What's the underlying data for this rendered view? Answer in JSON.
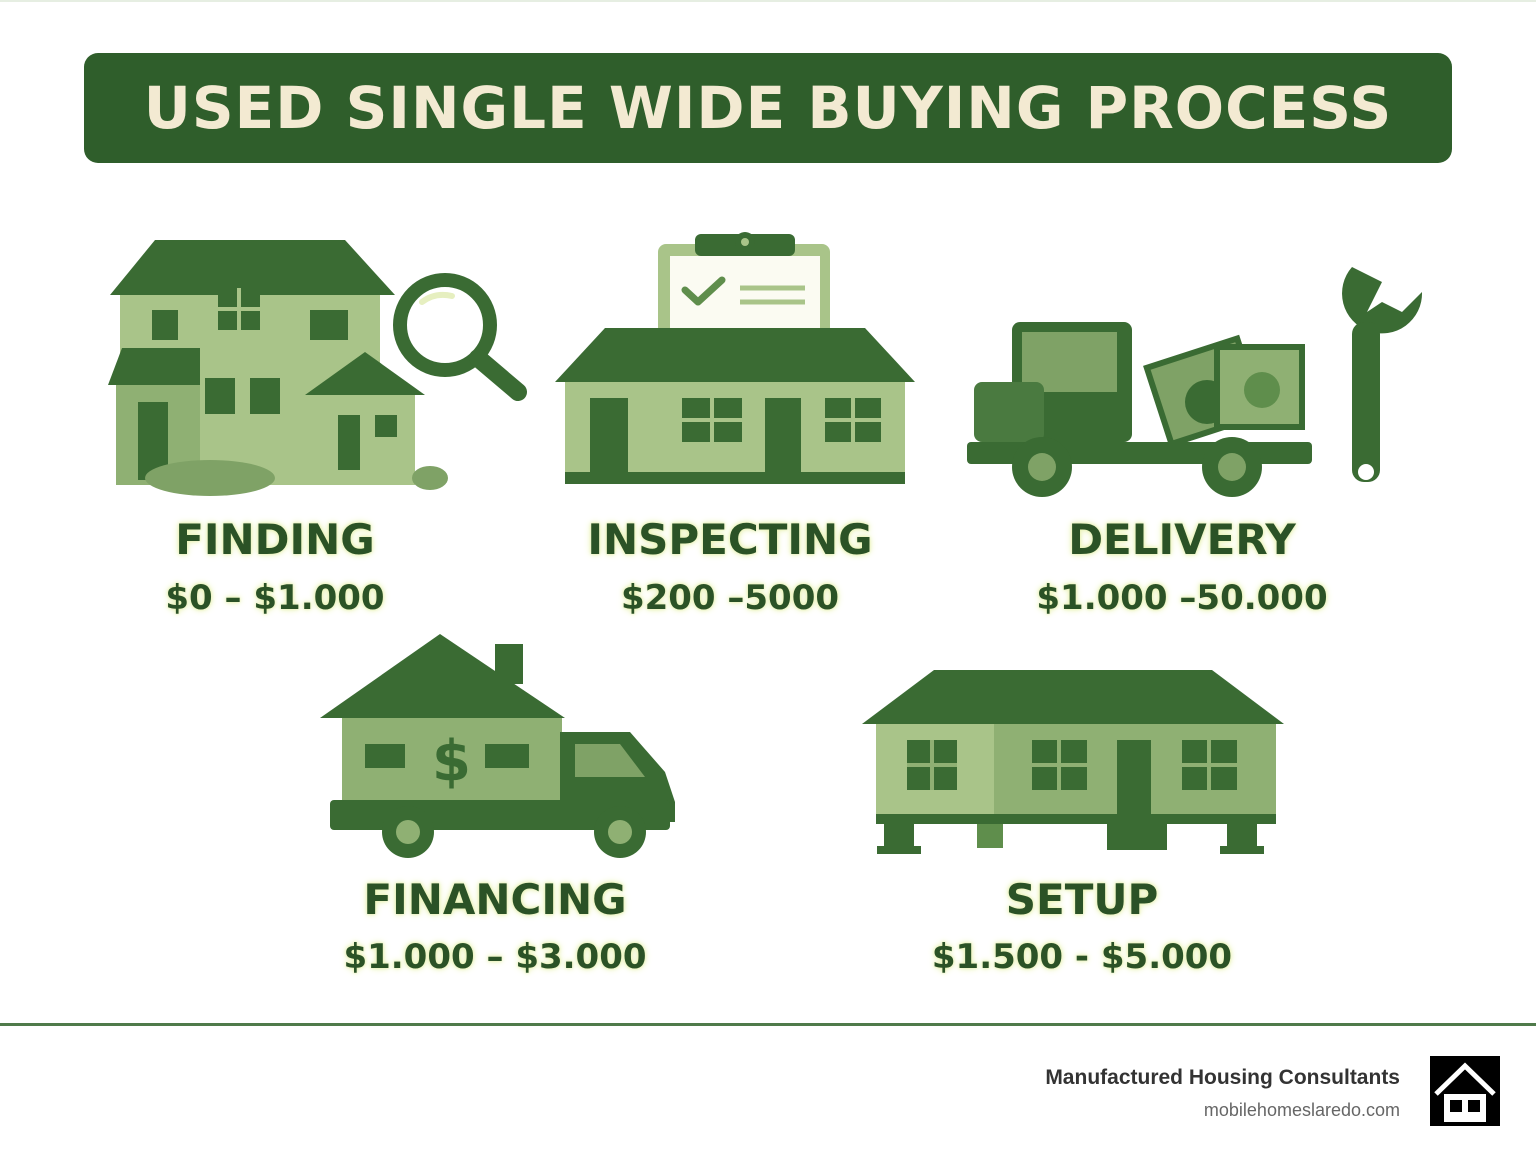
{
  "title": "USED SINGLE WIDE BUYING PROCESS",
  "steps": [
    {
      "label": "FINDING",
      "cost": "$0 – $1.000",
      "icon": "house-magnifier-icon"
    },
    {
      "label": "INSPECTING",
      "cost": "$200 –5000",
      "icon": "house-clipboard-icon"
    },
    {
      "label": "DELIVERY",
      "cost": "$1.000 –50.000",
      "icon": "truck-money-wrench-icon"
    },
    {
      "label": "FINANCING",
      "cost": "$1.000 – $3.000",
      "icon": "house-truck-dollar-icon"
    },
    {
      "label": "SETUP",
      "cost": "$1.500 - $5.000",
      "icon": "house-on-piers-icon"
    }
  ],
  "footer": {
    "company": "Manufactured Housing Consultants",
    "website": "mobilehomeslaredo.com"
  },
  "colors": {
    "dark_green": "#2f5e2b",
    "mid_green": "#6b9a5c",
    "light_green": "#a9c489",
    "cream": "#f3ead2"
  }
}
